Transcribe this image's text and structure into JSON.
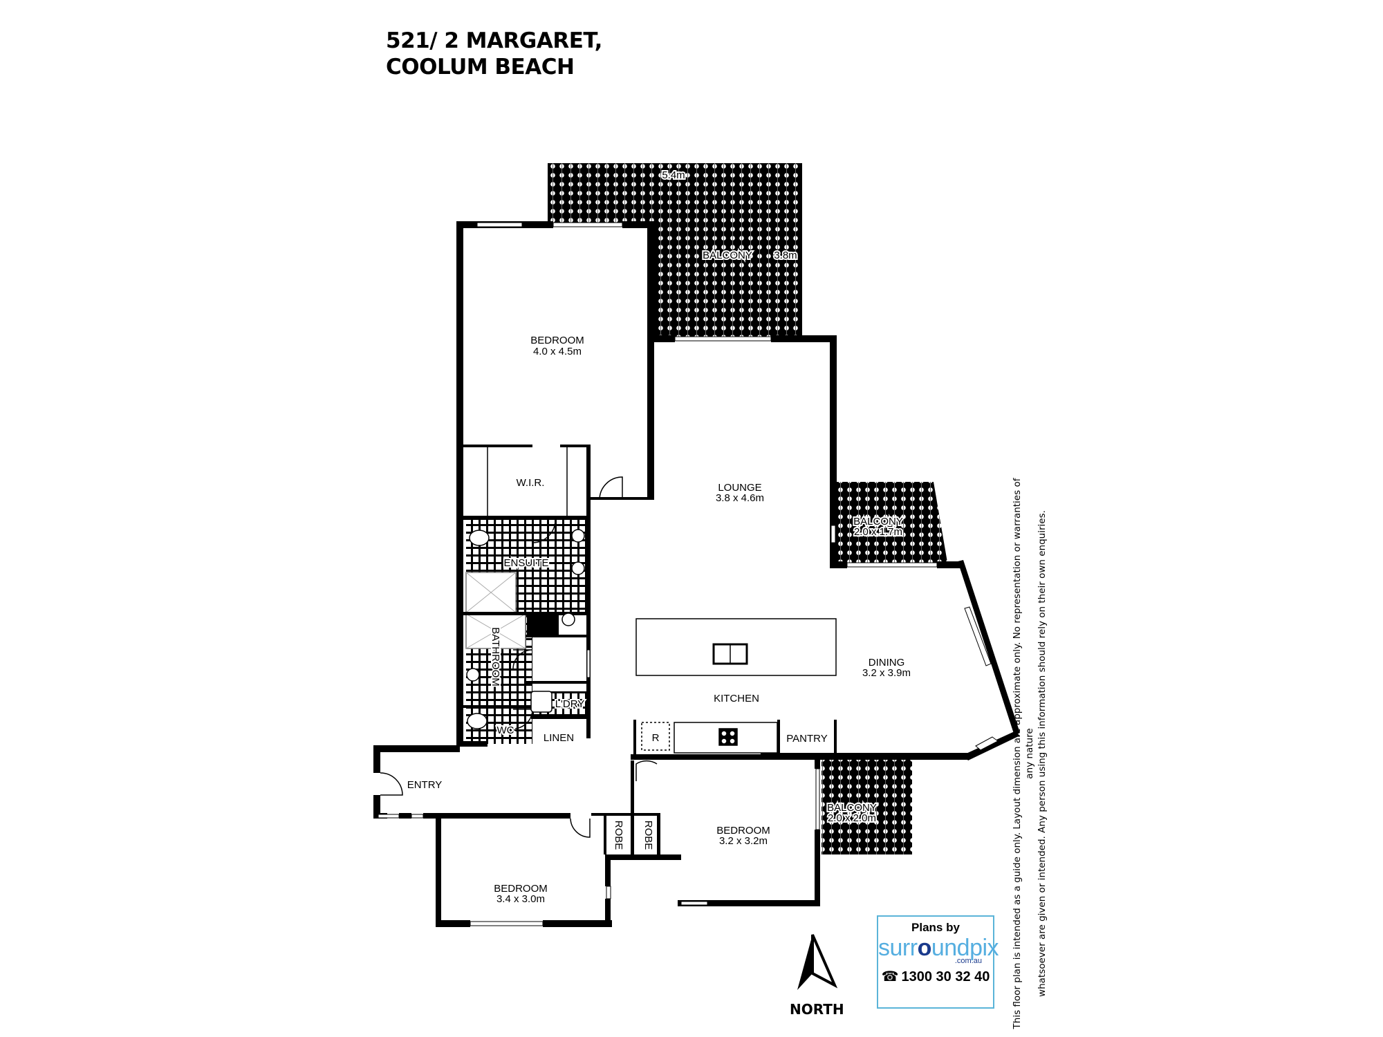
{
  "header": {
    "address_line1": "521/ 2 MARGARET,",
    "address_line2": "COOLUM BEACH"
  },
  "rooms": {
    "bedroom_main": {
      "name": "BEDROOM",
      "size": "4.0 x 4.5m"
    },
    "wir": {
      "name": "W.I.R."
    },
    "ensuite": {
      "name": "ENSUITE"
    },
    "bathroom": {
      "name": "BATHROOM"
    },
    "wc": {
      "name": "WC"
    },
    "laundry": {
      "name": "L'DRY"
    },
    "linen": {
      "name": "LINEN"
    },
    "lounge": {
      "name": "LOUNGE",
      "size": "3.8 x 4.6m"
    },
    "kitchen": {
      "name": "KITCHEN"
    },
    "fridge": {
      "name": "R"
    },
    "pantry": {
      "name": "PANTRY"
    },
    "dining": {
      "name": "DINING",
      "size": "3.2 x 3.9m"
    },
    "entry": {
      "name": "ENTRY"
    },
    "bedroom_2": {
      "name": "BEDROOM",
      "size": "3.4 x 3.0m"
    },
    "robe_1": {
      "name": "ROBE"
    },
    "robe_2": {
      "name": "ROBE"
    },
    "bedroom_3": {
      "name": "BEDROOM",
      "size": "3.2 x 3.2m"
    },
    "balcony_main": {
      "name": "BALCONY",
      "width": "5.4m",
      "depth": "3.8m"
    },
    "balcony_east": {
      "name": "BALCONY",
      "size": "2.0 x 1.7m"
    },
    "balcony_south": {
      "name": "BALCONY",
      "size": "2.0 x 2.0m"
    }
  },
  "compass": {
    "label": "NORTH",
    "icon": "north-arrow-icon"
  },
  "branding": {
    "plans_by": "Plans by",
    "brand_pre": "surr",
    "brand_o": "o",
    "brand_post": "undpix",
    "domain": ".com.au",
    "phone_icon": "telephone-icon",
    "phone": "1300 30 32 40",
    "border_color": "#5ab4d8",
    "brand_color": "#55aee0"
  },
  "disclaimer": {
    "line1": "This floor plan is intended as a guide only. Layout dimension are approximate only. No representation or warranties of any nature",
    "line2": "whatsoever are given or intended. Any person using this information should rely on their own enquiries."
  }
}
